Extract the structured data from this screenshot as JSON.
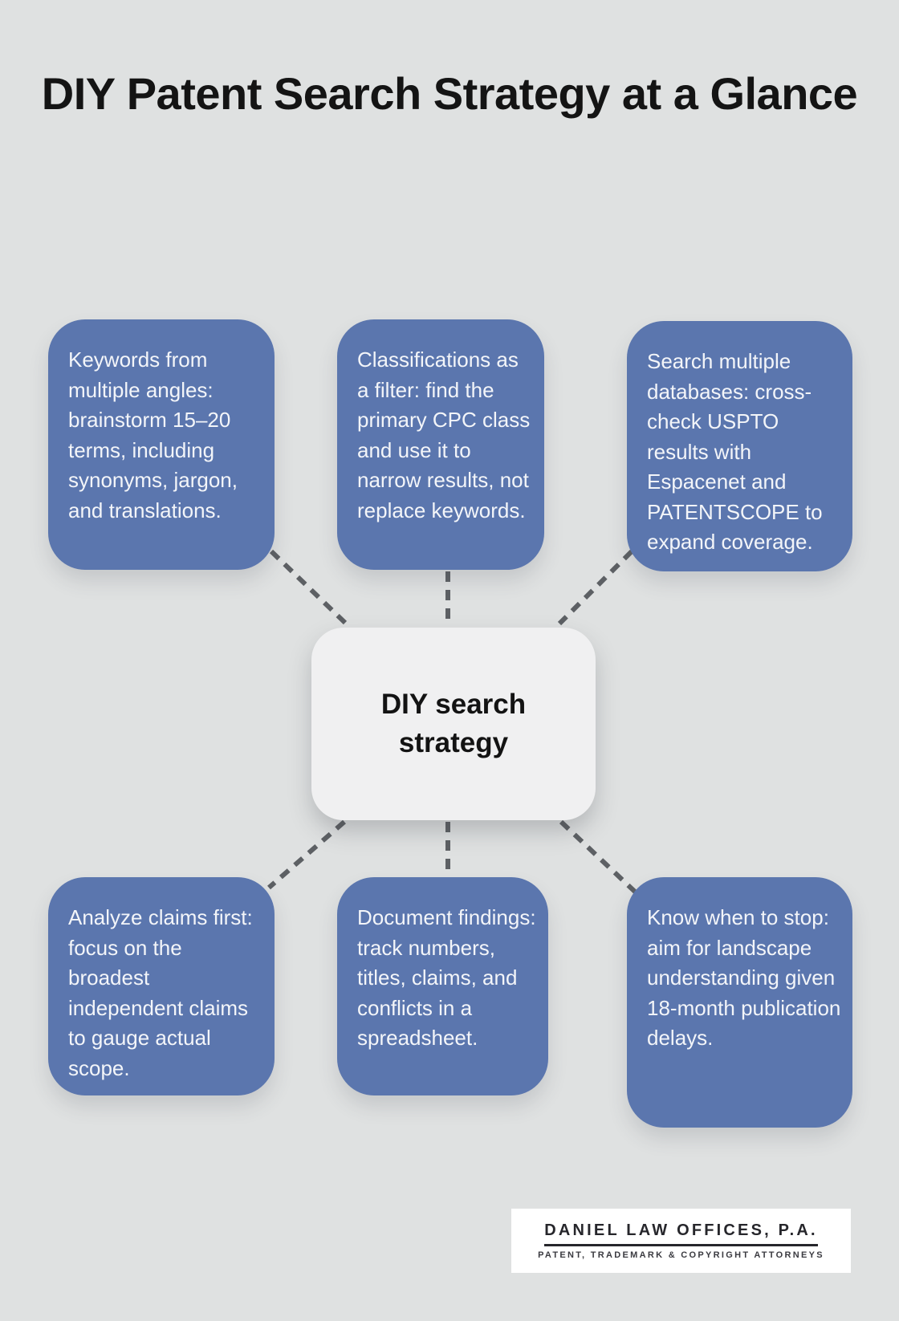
{
  "title": "DIY Patent Search Strategy at a Glance",
  "center": {
    "label": "DIY search strategy"
  },
  "nodes": [
    {
      "id": "keywords",
      "text": "Keywords from multiple angles: brainstorm 15–20 terms, including synonyms, jargon, and translations."
    },
    {
      "id": "classifications",
      "text": "Classifications as a filter: find the primary CPC class and use it to narrow results, not replace keywords."
    },
    {
      "id": "databases",
      "text": "Search multiple databases: cross-check USPTO results with Espacenet and PATENTSCOPE to expand coverage."
    },
    {
      "id": "claims",
      "text": "Analyze claims first: focus on the broadest independent claims to gauge actual scope."
    },
    {
      "id": "document",
      "text": "Document findings: track numbers, titles, claims, and conflicts in a spreadsheet."
    },
    {
      "id": "stop",
      "text": "Know when to stop: aim for landscape understanding given 18-month publication delays."
    }
  ],
  "footer_logo": {
    "name": "DANIEL LAW OFFICES, P.A.",
    "tagline": "PATENT, TRADEMARK & COPYRIGHT ATTORNEYS"
  },
  "colors": {
    "background": "#dfe1e1",
    "node_fill": "#5b76ae",
    "node_text": "#f3f5f9",
    "center_fill": "#f0f0f1",
    "connector": "#5d6064",
    "title_text": "#141414"
  }
}
